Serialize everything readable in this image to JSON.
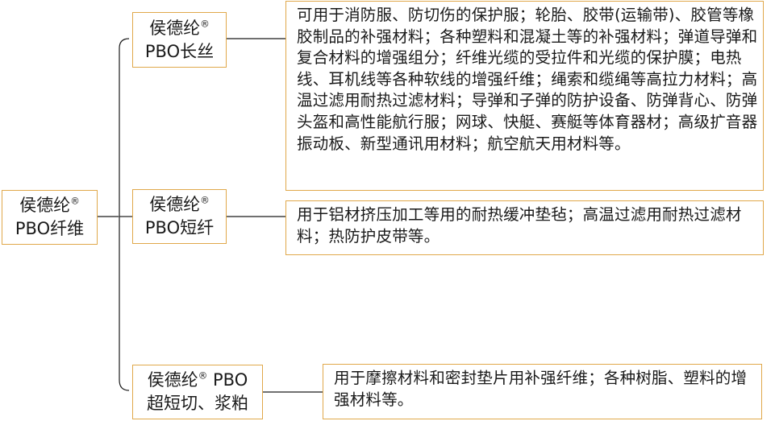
{
  "root": {
    "line1": "侯德纶",
    "reg": "®",
    "line2": "PBO纤维"
  },
  "branches": [
    {
      "line1": "侯德纶",
      "reg": "®",
      "line1_suffix": "",
      "line2": "PBO长丝",
      "description": "可用于消防服、防切伤的保护服；轮胎、胶带(运输带)、胶管等橡胶制品的补强材料；各种塑料和混凝土等的补强材料；弹道导弹和复合材料的增强组分；纤维光缆的受拉件和光缆的保护膜；电热线、耳机线等各种软线的增强纤维；绳索和缆绳等高拉力材料；高温过滤用耐热过滤材料；导弹和子弹的防护设备、防弹背心、防弹头盔和高性能航行服；网球、快艇、赛艇等体育器材；高级扩音器振动板、新型通讯用材料；航空航天用材料等。"
    },
    {
      "line1": "侯德纶",
      "reg": "®",
      "line1_suffix": "",
      "line2": "PBO短纤",
      "description": "用于铝材挤压加工等用的耐热缓冲垫毡；高温过滤用耐热过滤材料；热防护皮带等。"
    },
    {
      "line1": "侯德纶",
      "reg": "®",
      "line1_suffix": " PBO",
      "line2": "超短切、浆粕",
      "description": "用于摩擦材料和密封垫片用补强纤维；各种树脂、塑料的增强材料等。"
    }
  ],
  "colors": {
    "border": "#e0a84a",
    "line": "#1a1a1a"
  }
}
